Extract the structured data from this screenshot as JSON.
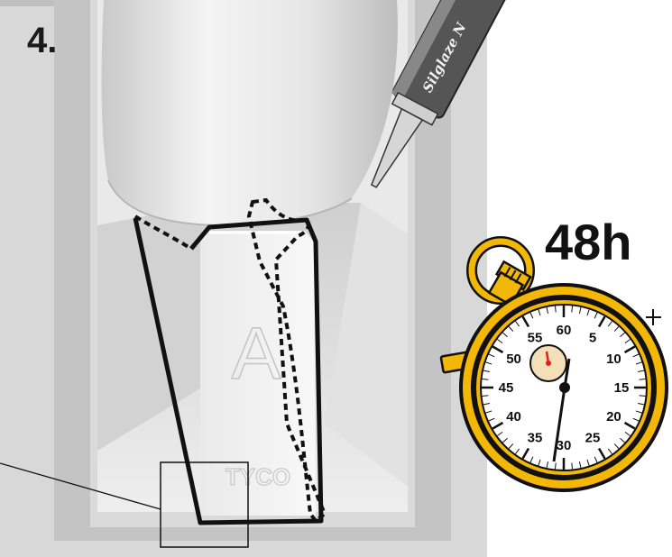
{
  "step": {
    "label": "4."
  },
  "timer": {
    "duration": "48h",
    "dial_numbers": [
      "5",
      "10",
      "15",
      "20",
      "25",
      "30",
      "35",
      "40",
      "45",
      "50",
      "55",
      "60"
    ],
    "colors": {
      "gold": "#f2b707",
      "dark": "#111111",
      "face": "#ffffff",
      "subdial": "#f3dfb8",
      "needle": "#e0201b"
    }
  },
  "sealant_tube": {
    "brand": "Silglaze N"
  },
  "part": {
    "marking": "A",
    "logo": "TYCO"
  },
  "colors": {
    "photo_bg": "#d9d9d9",
    "frame": "#c2c2c2",
    "outline": "#111111"
  }
}
